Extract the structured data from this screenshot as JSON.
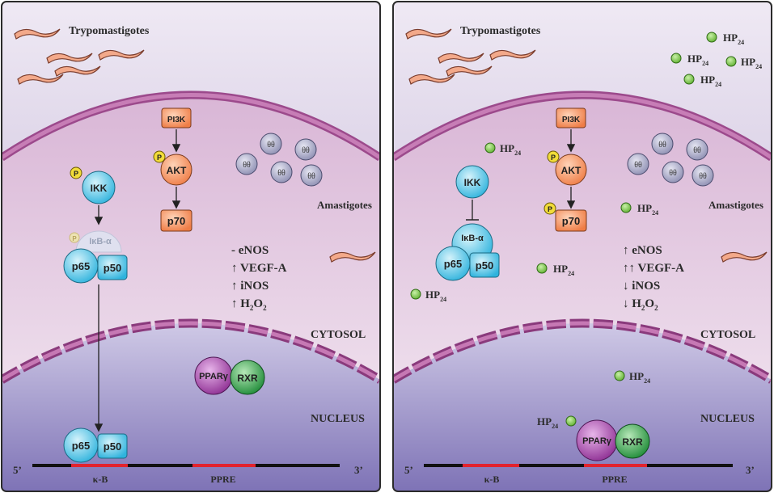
{
  "colors": {
    "outside": "#d9cfe6",
    "membrane": "#b5639e",
    "cytosol": "#e7d4e6",
    "nucleus": "#8f87c0",
    "kinase": "#f79b6e",
    "phospho": "#f2dc3a",
    "p65": "#55c4e4",
    "ppar": "#a040a5",
    "rxr": "#2f9e47",
    "hp24": "#7bc64a",
    "dna_red": "#e2232e",
    "amastigote": "#a8a9c6"
  },
  "left": {
    "trypomastigotes": "Trypomastigotes",
    "amastigotes": "Amastigotes",
    "cytosol": "CYTOSOL",
    "nucleus": "NUCLEUS",
    "pi3k": "PI3K",
    "akt": "AKT",
    "p70": "p70",
    "ikk": "IKK",
    "ikb": "IκB-α",
    "p65": "p65",
    "p50": "p50",
    "p65_nuc": "p65",
    "p50_nuc": "p50",
    "ppar": "PPARγ",
    "rxr": "RXR",
    "phospho": "P",
    "effects": [
      {
        "sym": "-",
        "name": "eNOS",
        "sub": ""
      },
      {
        "sym": "↑",
        "name": "VEGF-A",
        "sub": ""
      },
      {
        "sym": "↑",
        "name": "iNOS",
        "sub": ""
      },
      {
        "sym": "↑",
        "name": "H",
        "sub": "2",
        "name2": "O",
        "sub2": "2"
      }
    ],
    "dna": {
      "five": "5’",
      "three": "3’",
      "kb": "κ-B",
      "ppre": "PPRE"
    }
  },
  "right": {
    "trypomastigotes": "Trypomastigotes",
    "amastigotes": "Amastigotes",
    "cytosol": "CYTOSOL",
    "nucleus": "NUCLEUS",
    "pi3k": "PI3K",
    "akt": "AKT",
    "p70": "p70",
    "ikk": "IKK",
    "ikb": "IκB-α",
    "p65": "p65",
    "p50": "p50",
    "ppar": "PPARγ",
    "rxr": "RXR",
    "phospho": "P",
    "hp_main": "HP",
    "hp_sub": "24",
    "effects": [
      {
        "sym": "↑",
        "name": "eNOS",
        "sub": ""
      },
      {
        "sym": "↑↑",
        "name": "VEGF-A",
        "sub": ""
      },
      {
        "sym": "↓",
        "name": "iNOS",
        "sub": ""
      },
      {
        "sym": "↓",
        "name": "H",
        "sub": "2",
        "name2": "O",
        "sub2": "2"
      }
    ],
    "dna": {
      "five": "5’",
      "three": "3’",
      "kb": "κ-B",
      "ppre": "PPRE"
    }
  }
}
